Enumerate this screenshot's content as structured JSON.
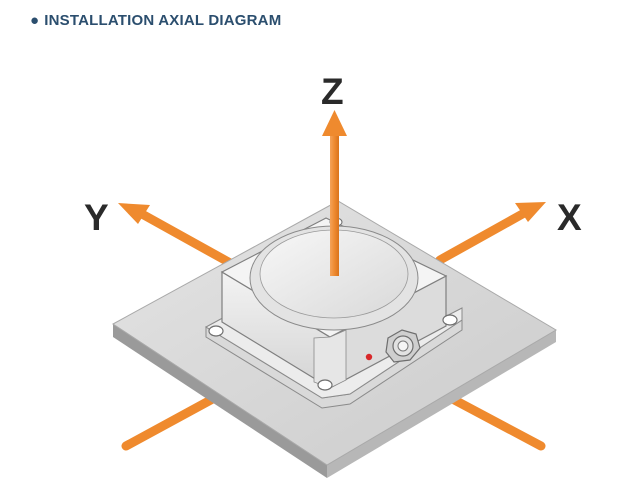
{
  "heading": {
    "bullet": "●",
    "title": "INSTALLATION AXIAL DIAGRAM"
  },
  "axes": {
    "z": "Z",
    "x": "X",
    "y": "Y"
  },
  "colors": {
    "heading": "#2b4e6e",
    "arrow": "#ef8a2e",
    "plate_top": "#d6d6d6",
    "sensor_body": "#f1f1f1"
  },
  "icons": {
    "sensor": "inclinometer-sensor-icon",
    "plate": "mounting-plate-icon",
    "connector": "cable-gland-icon",
    "led": "status-led-icon"
  }
}
